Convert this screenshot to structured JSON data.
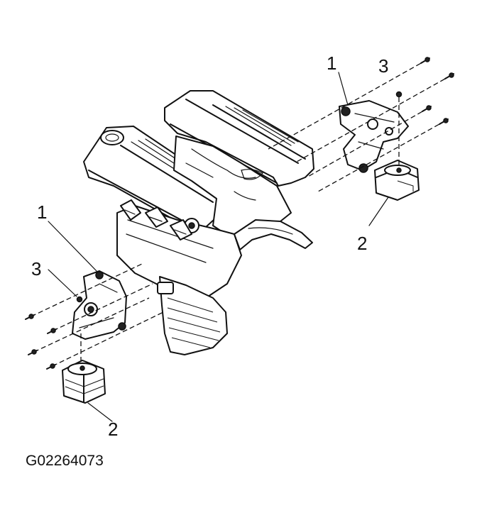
{
  "diagram": {
    "figure_id": "G02264073",
    "callouts": {
      "right_mount_bracket": "1",
      "right_mount_nut": "3",
      "right_mount_insulator": "2",
      "left_mount_bracket": "1",
      "left_mount_nut": "3",
      "left_mount_insulator": "2"
    }
  }
}
